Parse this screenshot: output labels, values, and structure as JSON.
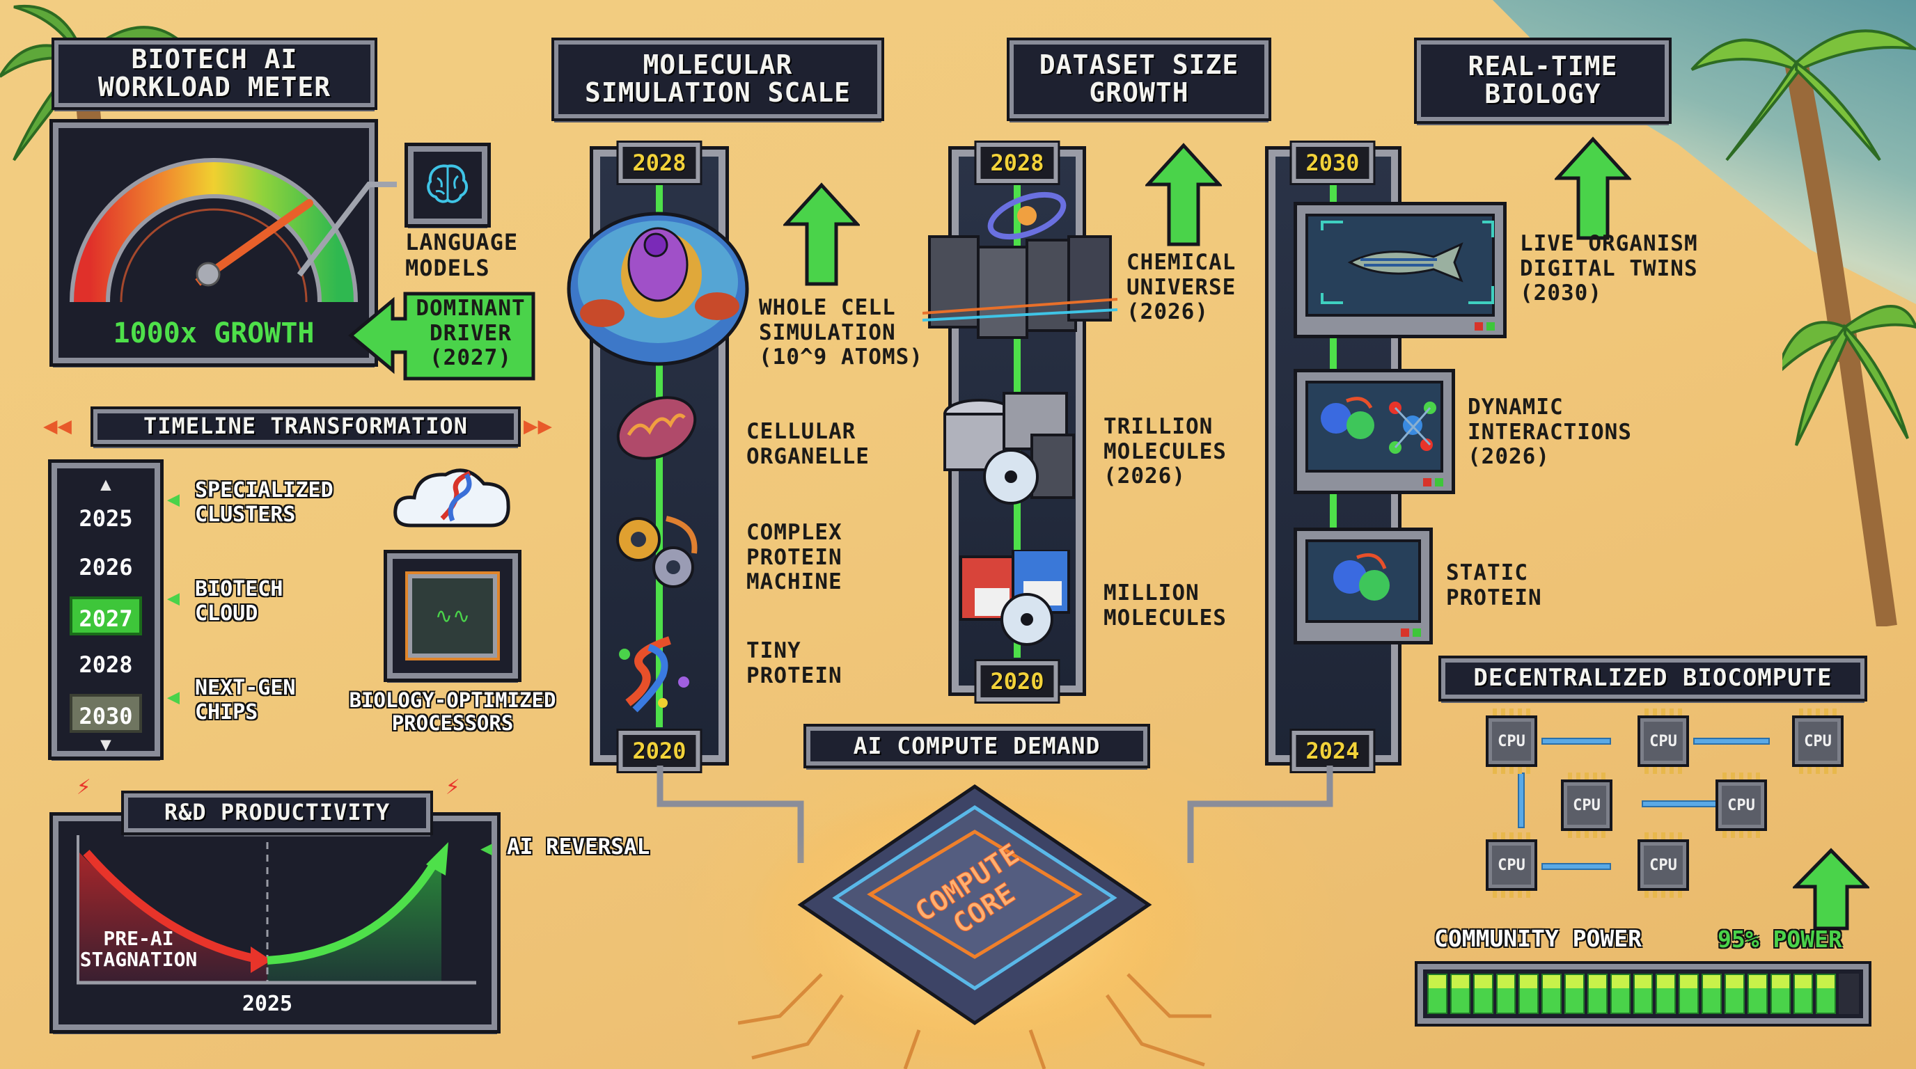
{
  "colors": {
    "sand": "#f1c97c",
    "panel_bg": "#1c1e2b",
    "frame": "#8a8d99",
    "accent_green": "#4ee04a",
    "year_yellow": "#f2d23a",
    "gauge_red": "#e0302a",
    "gauge_green": "#2fb850",
    "cpu_blue": "#5aa9e6"
  },
  "workload_meter": {
    "title": "BIOTECH AI WORKLOAD METER",
    "title_lines": [
      "BIOTECH AI",
      "WORKLOAD METER"
    ],
    "gauge_value_label": "1000x GROWTH",
    "gauge_icon": "brain-icon",
    "driver_label_lines": [
      "LANGUAGE",
      "MODELS"
    ],
    "dominant_badge_lines": [
      "DOMINANT",
      "DRIVER",
      "(2027)"
    ]
  },
  "timeline": {
    "title": "TIMELINE TRANSFORMATION",
    "years": [
      {
        "year": "2025",
        "state": "normal"
      },
      {
        "year": "2026",
        "state": "normal"
      },
      {
        "year": "2027",
        "state": "active"
      },
      {
        "year": "2028",
        "state": "normal"
      },
      {
        "year": "2030",
        "state": "muted"
      }
    ],
    "milestones": [
      {
        "lines": [
          "SPECIALIZED",
          "CLUSTERS"
        ],
        "year": "2025"
      },
      {
        "lines": [
          "BIOTECH",
          "CLOUD"
        ],
        "year": "2027"
      },
      {
        "lines": [
          "NEXT-GEN",
          "CHIPS"
        ],
        "year": "2030"
      }
    ],
    "processor_label_lines": [
      "BIOLOGY-OPTIMIZED",
      "PROCESSORS"
    ]
  },
  "rd_productivity": {
    "title": "R&D PRODUCTIVITY",
    "pre_label_lines": [
      "PRE-AI",
      "STAGNATION"
    ],
    "reversal_label": "AI REVERSAL",
    "x_tick": "2025"
  },
  "molecular": {
    "title_lines": [
      "MOLECULAR",
      "SIMULATION SCALE"
    ],
    "top_year": "2028",
    "bottom_year": "2020",
    "levels": [
      {
        "lines": [
          "WHOLE CELL",
          "SIMULATION",
          "(10^9 ATOMS)"
        ],
        "icon": "cell-icon"
      },
      {
        "lines": [
          "CELLULAR",
          "ORGANELLE"
        ],
        "icon": "mitochondria-icon"
      },
      {
        "lines": [
          "COMPLEX",
          "PROTEIN",
          "MACHINE"
        ],
        "icon": "gears-protein-icon"
      },
      {
        "lines": [
          "TINY",
          "PROTEIN"
        ],
        "icon": "helix-protein-icon"
      }
    ]
  },
  "dataset": {
    "title_lines": [
      "DATASET SIZE",
      "GROWTH"
    ],
    "top_year": "2028",
    "bottom_year": "2020",
    "levels": [
      {
        "lines": [
          "CHEMICAL",
          "UNIVERSE",
          "(2026)"
        ],
        "icon": "server-galaxy-icon"
      },
      {
        "lines": [
          "TRILLION",
          "MOLECULES",
          "(2026)"
        ],
        "icon": "storage-disks-icon"
      },
      {
        "lines": [
          "MILLION",
          "MOLECULES"
        ],
        "icon": "floppy-disk-icon"
      }
    ]
  },
  "realtime": {
    "title_lines": [
      "REAL-TIME",
      "BIOLOGY"
    ],
    "top_year": "2030",
    "bottom_year": "2024",
    "levels": [
      {
        "lines": [
          "LIVE ORGANISM",
          "DIGITAL TWINS",
          "(2030)"
        ],
        "icon": "fish-monitor-icon"
      },
      {
        "lines": [
          "DYNAMIC",
          "INTERACTIONS",
          "(2026)"
        ],
        "icon": "protein-molecule-monitor-icon"
      },
      {
        "lines": [
          "STATIC",
          "PROTEIN"
        ],
        "icon": "protein-monitor-icon"
      }
    ]
  },
  "compute_core": {
    "banner": "AI COMPUTE DEMAND",
    "chip_lines": [
      "COMPUTE",
      "CORE"
    ]
  },
  "decentralized": {
    "title": "DECENTRALIZED BIOCOMPUTE",
    "node_label": "CPU",
    "node_count": 7,
    "community_label": "COMMUNITY POWER",
    "power_label": "95% POWER",
    "power_percent": 95,
    "segments_total": 19,
    "segments_filled": 18
  }
}
